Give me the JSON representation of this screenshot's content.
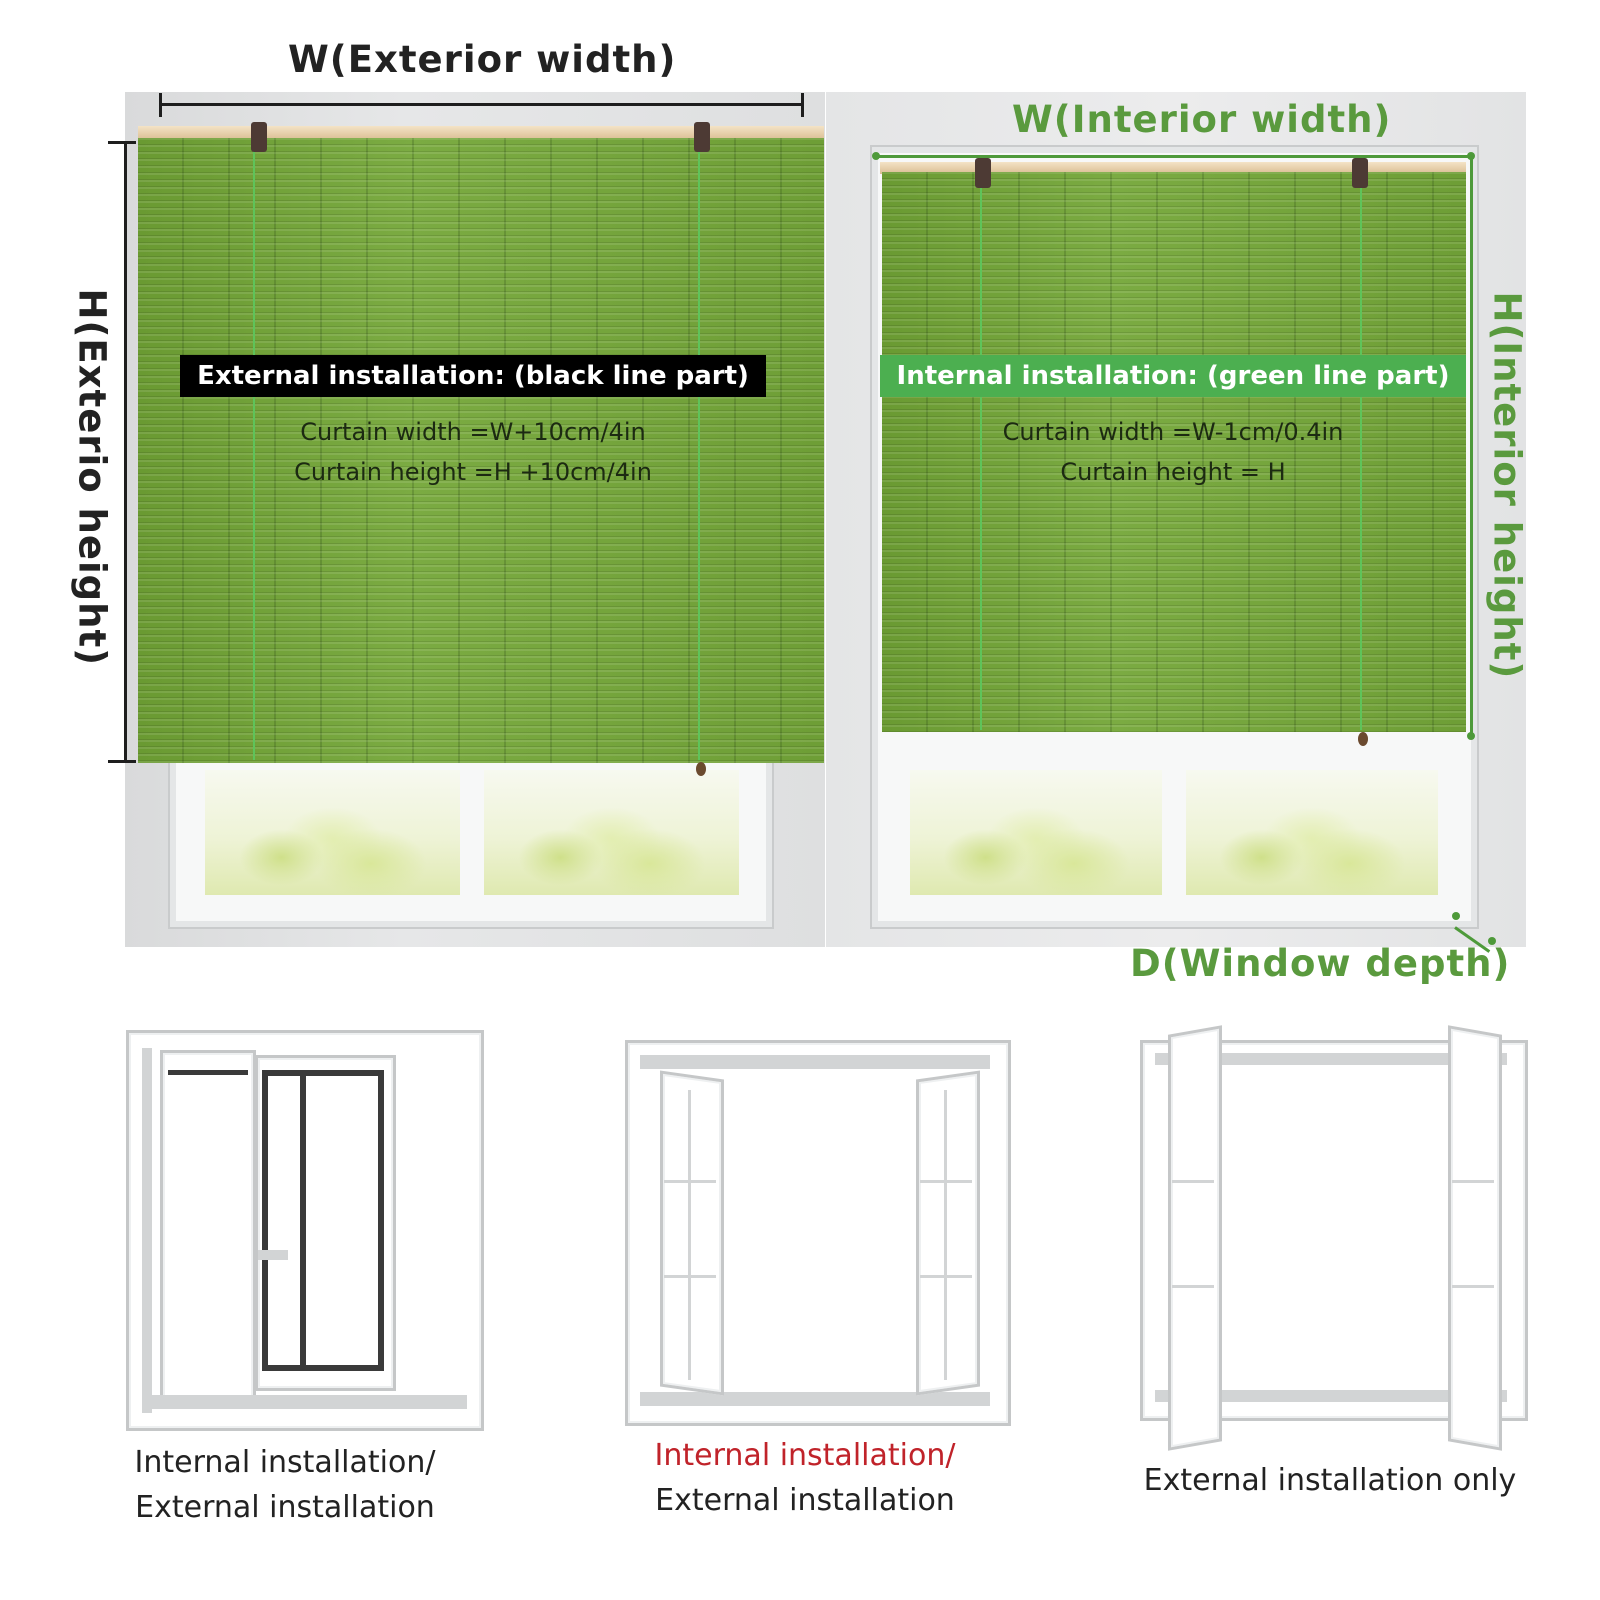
{
  "exterior": {
    "width_label": "W(Exterior width)",
    "height_label": "H(Exterio height)",
    "banner": "External installation: (black line part)",
    "formula_width": "Curtain width =W+10cm/4in",
    "formula_height": "Curtain height =H +10cm/4in"
  },
  "interior": {
    "width_label": "W(Interior width)",
    "height_label": "H(Interior height)",
    "depth_label": "D(Window depth)",
    "banner": "Internal installation: (green line part)",
    "formula_width": "Curtain width =W-1cm/0.4in",
    "formula_height": "Curtain height = H"
  },
  "windows": [
    {
      "caption_line1": "Internal installation/",
      "caption_line2": "External installation"
    },
    {
      "caption_line1": "Internal installation/",
      "caption_line2": "External installation"
    },
    {
      "caption_line1": "External installation only"
    }
  ],
  "colors": {
    "blind_green": "#74a33b",
    "dimension_green": "#4e9a3a",
    "banner_black": "#000000",
    "banner_green": "#4caf50",
    "caption_red": "#c0232a"
  }
}
